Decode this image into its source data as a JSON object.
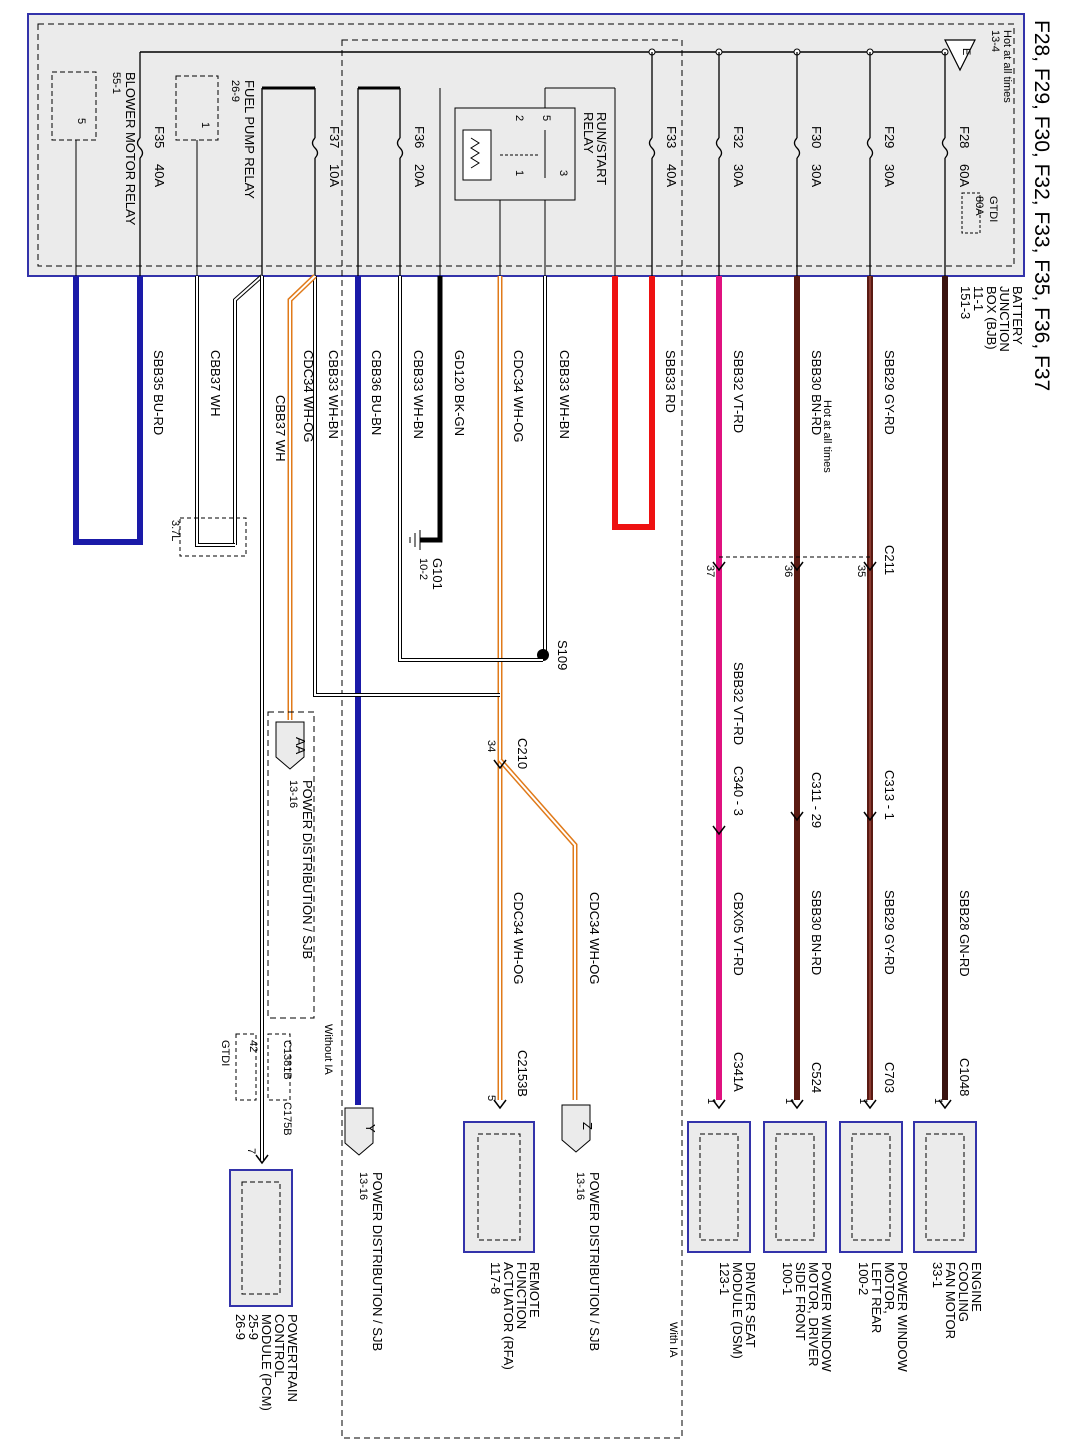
{
  "title": "F28, F29, F30, F32, F33, F35, F36, F37",
  "bjb": {
    "l1": "BATTERY",
    "l2": "JUNCTION",
    "l3": "BOX (BJB)",
    "l4": "11-1",
    "l5": "151-3",
    "hot": "Hot at all times",
    "hot_ref": "13-4",
    "gtdi": "GTDI",
    "e_label": "E"
  },
  "fuses": [
    {
      "name": "F28",
      "rating": "60A",
      "alt": "80A"
    },
    {
      "name": "F29",
      "rating": "30A"
    },
    {
      "name": "F30",
      "rating": "30A"
    },
    {
      "name": "F32",
      "rating": "30A"
    },
    {
      "name": "F33",
      "rating": "40A"
    },
    {
      "name": "F36",
      "rating": "20A"
    },
    {
      "name": "F37",
      "rating": "10A"
    },
    {
      "name": "F35",
      "rating": "40A"
    }
  ],
  "relays": {
    "runstart": {
      "l1": "RUN/START",
      "l2": "RELAY",
      "p1": "1",
      "p2": "2",
      "p3": "3",
      "p5": "5"
    },
    "fuelpump": {
      "l1": "FUEL PUMP RELAY",
      "l2": "26-9",
      "pin": "1"
    },
    "blower": {
      "l1": "BLOWER MOTOR RELAY",
      "l2": "55-1",
      "pin": "5"
    }
  },
  "wires": {
    "sbb28": "SBB28   GN-RD",
    "sbb29": "SBB29   GY-RD",
    "sbb30": "SBB30   BN-RD",
    "sbb30_note": "Hot at all times",
    "sbb32": "SBB32   VT-RD",
    "sbb33rd": "SBB33   RD",
    "cbb33a": "CBB33   WH-BN",
    "cdc34a": "CDC34   WH-OG",
    "gd120": "GD120   BK-GN",
    "cbb33b": "CBB33   WH-BN",
    "cbb36": "CBB36   BU-BN",
    "cbb33c": "CBB33   WH-BN",
    "cdc34b": "CDC34   WH-OG",
    "cbb37a": "CBB37   WH",
    "cbb37b": "CBB37   WH",
    "sbb35": "SBB35   BU-RD",
    "sbb32b": "SBB32   VT-RD",
    "cbx05": "CBX05   VT-RD",
    "sbb30b": "SBB30   BN-RD",
    "sbb29b": "SBB29   GY-RD",
    "cdc34c": "CDC34   WH-OG",
    "cdc34d": "CDC34   WH-OG"
  },
  "connectors": {
    "c211": "C211",
    "p35": "35",
    "p36": "36",
    "p37": "37",
    "c313": "C313 - 1",
    "c311": "C311 - 29",
    "c340": "C340 - 3",
    "c210": "C210",
    "p34": "34",
    "s109": "S109",
    "g101": "G101",
    "g101_ref": "10-2",
    "c37l": "3.7L",
    "c1048": "C1048",
    "c703": "C703",
    "c524": "C524",
    "c341a": "C341A",
    "c2153b": "C2153B",
    "c1381b": "C1381B",
    "c175b": "C175B",
    "p42": "42",
    "gtdi": "GTDI",
    "pin1": "1",
    "pin5": "5",
    "pin7": "7"
  },
  "loads": {
    "fan": {
      "l1": "ENGINE",
      "l2": "COOLING",
      "l3": "FAN MOTOR",
      "l4": "33-1"
    },
    "pwlr": {
      "l1": "POWER WINDOW",
      "l2": "MOTOR,",
      "l3": "LEFT REAR",
      "l4": "100-2"
    },
    "pwdf": {
      "l1": "POWER WINDOW",
      "l2": "MOTOR, DRIVER",
      "l3": "SIDE FRONT",
      "l4": "100-1"
    },
    "dsm": {
      "l1": "DRIVER SEAT",
      "l2": "MODULE (DSM)",
      "l3": "123-1"
    },
    "pdz": {
      "l1": "POWER DISTRIBUTION / SJB",
      "l2": "13-16",
      "tag": "Z"
    },
    "rfa": {
      "l1": "REMOTE",
      "l2": "FUNCTION",
      "l3": "ACTUATOR (RFA)",
      "l4": "117-8"
    },
    "pdy": {
      "l1": "POWER DISTRIBUTION / SJB",
      "l2": "13-16",
      "tag": "Y"
    },
    "pdaa": {
      "l1": "POWER DISTRIBUTION / SJB",
      "l2": "13-16",
      "tag": "AA"
    },
    "pcm": {
      "l1": "POWERTRAIN",
      "l2": "CONTROL",
      "l3": "MODULE (PCM)",
      "l4": "25-9",
      "l5": "26-9"
    }
  },
  "options": {
    "with_ia": "With IA",
    "without_ia": "Without IA"
  },
  "colors": {
    "bjb_border": "#3333aa",
    "rd": "#ee1111",
    "bu": "#1a1aa8",
    "vt": "#e0117f",
    "bn": "#5a1a12",
    "gn": "#3a1410",
    "og": "#e07a1a"
  }
}
